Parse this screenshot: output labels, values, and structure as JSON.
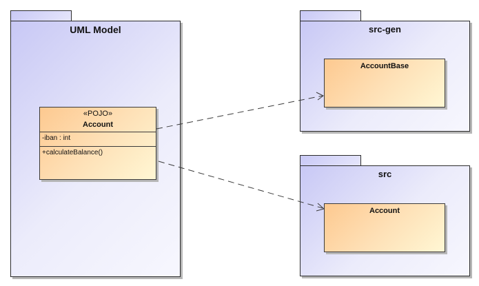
{
  "packages": {
    "uml_model": {
      "title": "UML Model"
    },
    "src_gen": {
      "title": "src-gen"
    },
    "src": {
      "title": "src"
    }
  },
  "classes": {
    "account_pojo": {
      "stereotype": "«POJO»",
      "name": "Account",
      "attribute": "-iban : int",
      "operation": "+calculateBalance()"
    },
    "account_base": {
      "name": "AccountBase"
    },
    "account_src": {
      "name": "Account"
    }
  },
  "colors": {
    "package_fill": "#e6e6fb",
    "class_fill": "#fee0b6",
    "line": "#2b2b2b"
  }
}
